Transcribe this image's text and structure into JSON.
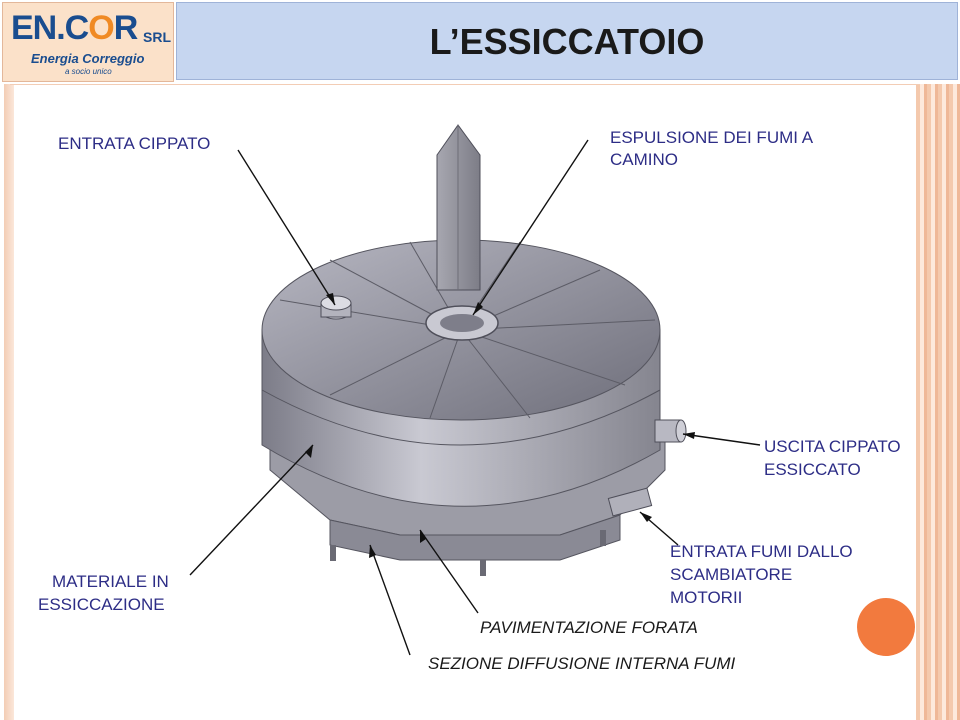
{
  "header": {
    "title": "L’ESSICCATOIO",
    "logo": {
      "brand_main": "EN.COR",
      "brand_suffix": "SRL",
      "tagline": "Energia Correggio",
      "subtitle": "a socio unico"
    }
  },
  "labels": {
    "entrata_cippato": "ENTRATA CIPPATO",
    "espulsione_line1": "ESPULSIONE DEI FUMI A",
    "espulsione_line2": "CAMINO",
    "uscita_line1": "USCITA CIPPATO",
    "uscita_line2": "ESSICCATO",
    "materiale_line1": "MATERIALE IN",
    "materiale_line2": "ESSICCAZIONE",
    "entrata_fumi_line1": "ENTRATA FUMI DALLO",
    "entrata_fumi_line2": "SCAMBIATORE",
    "entrata_fumi_line3": "MOTORII",
    "pavimentazione": "PAVIMENTAZIONE FORATA",
    "sezione": "SEZIONE DIFFUSIONE INTERNA FUMI"
  },
  "colors": {
    "title_band": "#c6d6f0",
    "logo_bg": "#fbe1c9",
    "accent_orange": "#f27a3e",
    "label_blue": "#2d2d86",
    "machine_gray": "#8e8e9a"
  }
}
